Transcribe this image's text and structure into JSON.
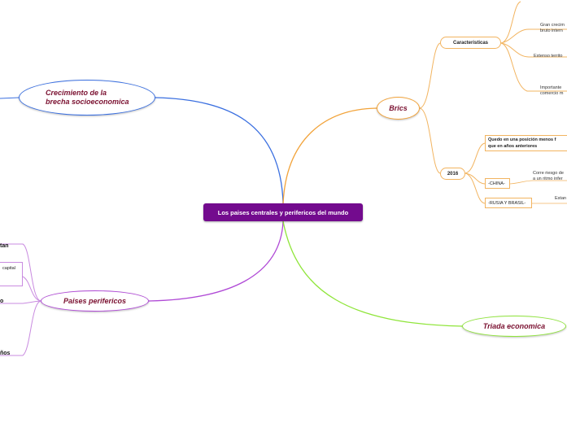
{
  "center": {
    "label": "Los paises centrales y perifericos del mundo"
  },
  "branches": {
    "growth": {
      "label": "Crecimiento de la brecha socioeconomica",
      "line1": "Crecimiento de la",
      "line2": "brecha socioeconomica",
      "color": "#3a6fe0"
    },
    "brics": {
      "label": "Brics",
      "color": "#f2a33a",
      "characteristics": {
        "label": "Caracteristicas",
        "items": [
          {
            "line1": "Gran crecim",
            "line2": "bruto intern"
          },
          {
            "line1": "Extenso territo",
            "line2": ""
          },
          {
            "line1": "Importante",
            "line2": "comercio m"
          }
        ]
      },
      "year2016": {
        "label": "2016",
        "items": [
          {
            "line1": "Quedo en una posición menos f",
            "line2": "que en años anteriores"
          },
          {
            "label": "-CHINA-",
            "note1": "Corre riesgo de",
            "note2": "a un ritmo infer"
          },
          {
            "label": "-RUSIA Y BRASIL-",
            "note1": "Estan"
          }
        ]
      }
    },
    "peripheral": {
      "label": "Paises perifericos",
      "color": "#b04ad6",
      "fragments": [
        "tan",
        "capital",
        "o",
        "ños"
      ]
    },
    "triad": {
      "label": "Triada economica",
      "color": "#8fe53a"
    }
  }
}
